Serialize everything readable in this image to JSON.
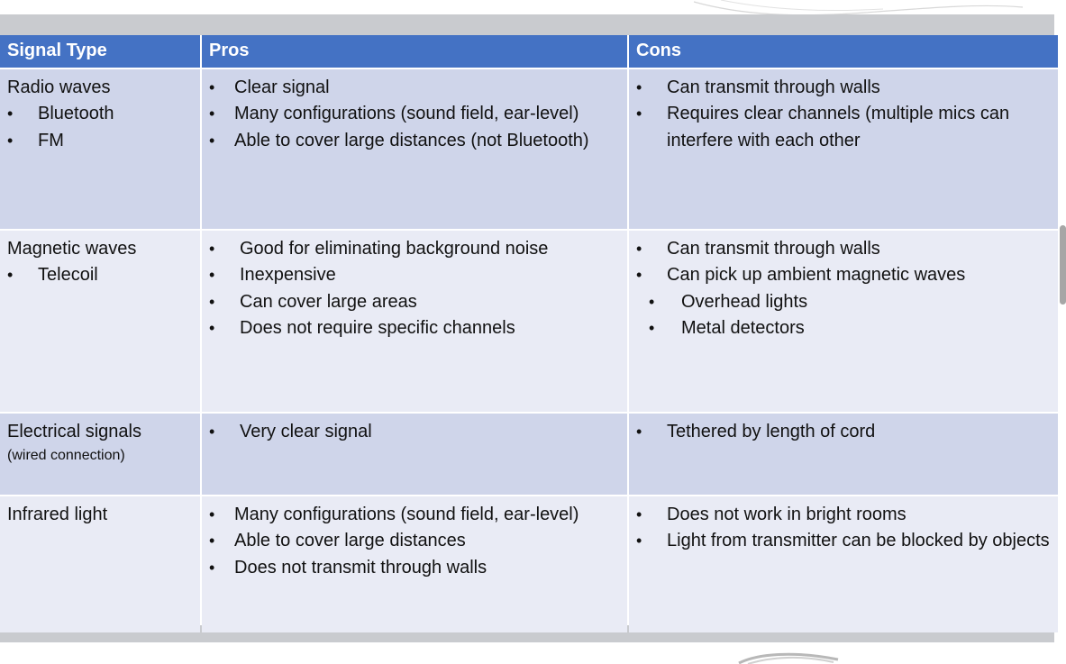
{
  "headers": [
    "Signal Type",
    "Pros",
    "Cons"
  ],
  "rows": [
    {
      "type": {
        "title": "Radio waves",
        "subitems": [
          "Bluetooth",
          "FM"
        ]
      },
      "pros": [
        "Clear signal",
        "Many configurations (sound field, ear-level)",
        "Able to cover large distances (not Bluetooth)"
      ],
      "cons": [
        "Can transmit through walls",
        "Requires clear channels (multiple mics can interfere with each other"
      ]
    },
    {
      "type": {
        "title": "Magnetic waves",
        "subitems": [
          "Telecoil"
        ]
      },
      "pros": [
        "Good for eliminating background noise",
        "Inexpensive",
        "Can cover large areas",
        "Does not require specific channels"
      ],
      "cons": [
        "Can transmit through walls",
        "Can pick up ambient magnetic waves"
      ],
      "cons_sub": [
        "Overhead lights",
        "Metal detectors"
      ]
    },
    {
      "type": {
        "title": "Electrical signals",
        "note": "(wired connection)"
      },
      "pros": [
        "Very clear signal"
      ],
      "cons": [
        "Tethered by length of cord"
      ]
    },
    {
      "type": {
        "title": "Infrared light"
      },
      "pros": [
        "Many configurations (sound field, ear-level)",
        "Able to cover large distances",
        "Does not transmit through walls"
      ],
      "cons": [
        "Does not work in bright rooms",
        "Light from transmitter can be blocked by objects"
      ]
    }
  ],
  "colors": {
    "header": "#4472c4",
    "row_dark": "#cfd5ea",
    "row_light": "#e9ebf5",
    "frame": "#c9cbcf"
  }
}
